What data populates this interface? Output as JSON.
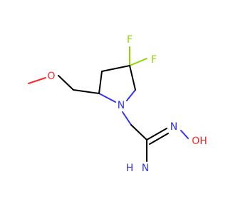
{
  "molecule": {
    "atom_labels": {
      "fluorine_top": "F",
      "fluorine_right": "F",
      "methoxy_oxygen": "O",
      "ring_nitrogen": "N",
      "oxime_nitrogen": "N",
      "hydroxyl": "OH",
      "amine_h": "H",
      "amine_n": "N"
    },
    "colors": {
      "bond": "#000000",
      "nitrogen": "#3333ff",
      "oxygen": "#ff2a2a",
      "fluorine": "#8fd400",
      "background": "#ffffff"
    }
  }
}
